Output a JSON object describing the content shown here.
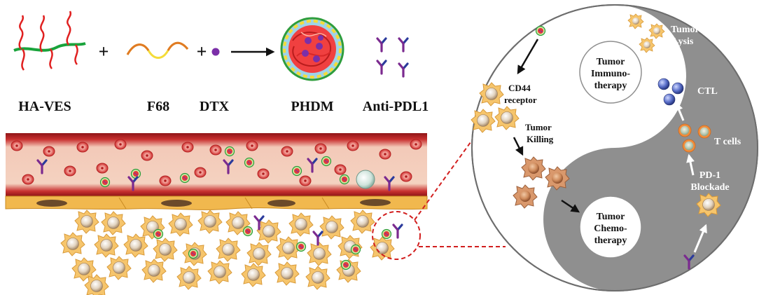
{
  "labels": {
    "ha_ves": "HA-VES",
    "f68": "F68",
    "dtx": "DTX",
    "phdm": "PHDM",
    "anti_pdl1": "Anti-PDL1",
    "plus1": "+",
    "plus2": "+"
  },
  "right_panel": {
    "cd44_line1": "CD44",
    "cd44_line2": "receptor",
    "tumor_killing_line1": "Tumor",
    "tumor_killing_line2": "Killing",
    "chemo_line1": "Tumor",
    "chemo_line2": "Chemo-",
    "chemo_line3": "therapy",
    "immuno_line1": "Tumor",
    "immuno_line2": "Immuno-",
    "immuno_line3": "therapy",
    "lysis_line1": "Tumor",
    "lysis_line2": "Lysis",
    "ctl": "CTL",
    "tcells": "T cells",
    "pd1_line1": "PD-1",
    "pd1_line2": "Blockade"
  },
  "colors": {
    "vessel_red": "#b8242a",
    "vessel_light": "#f7e4d6",
    "endothelium": "#f1b84e",
    "tumor_cell": "#f6c56c",
    "tumor_nucleus": "#e8dccc",
    "yinyang_gray": "#8f8f8f",
    "antibody_purple": "#7b2a8f",
    "antibody_blue": "#2b3b9c",
    "ha_red": "#e02020",
    "ha_green": "#19a33b",
    "dtx_purple": "#7b2fa8",
    "ctl_blue": "#3b4fa8",
    "tcell_orange": "#f28d3c"
  }
}
